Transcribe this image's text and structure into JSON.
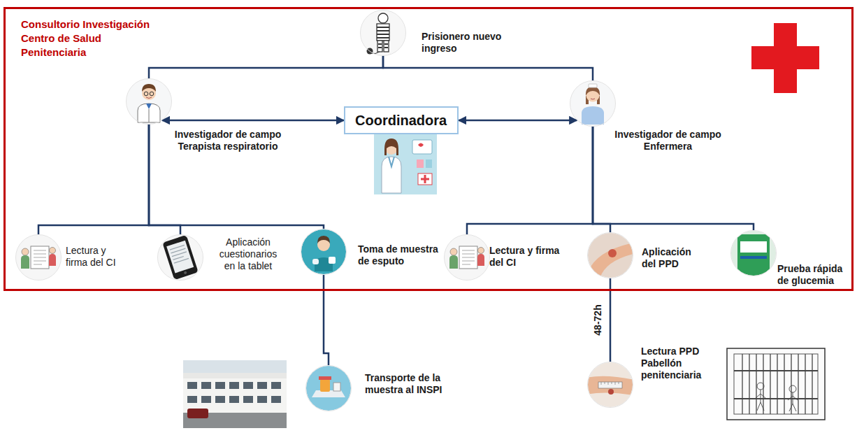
{
  "diagram": {
    "nodes": [
      {
        "text": [
          "Consultorio Investigación Centro de Salud Penitenciaria"
        ]
      },
      {
        "text": [
          "Prisionero nuevo ingreso"
        ],
        "in": 0
      },
      {
        "text": [
          "Investigador de campo Terapista respiratorio"
        ],
        "in": 0
      },
      {
        "text": [
          "Coordinadora"
        ],
        "in": 0
      },
      {
        "text": [
          "Investigador de campo Enfermera"
        ],
        "in": 0
      },
      {
        "text": [
          "Lectura y firma del CI"
        ],
        "in": 0
      },
      {
        "text": [
          "Aplicación cuestionarios en la tablet"
        ],
        "in": 0
      },
      {
        "text": [
          "Toma de muestra de esputo"
        ],
        "in": 0
      },
      {
        "text": [
          "Lectura y firma del CI"
        ],
        "in": 0
      },
      {
        "text": [
          "Aplicación del PPD"
        ],
        "in": 0
      },
      {
        "text": [
          "Prueba rápida de glucemia"
        ],
        "in": 0
      },
      {
        "text": [
          "Transporte de la muestra al INSPI"
        ]
      },
      {
        "text": [
          "Lectura PPD Pabellón penitenciaria"
        ]
      }
    ],
    "edges": [
      {
        "from": 1,
        "to": 2,
        "arrow": "none"
      },
      {
        "from": 1,
        "to": 4,
        "arrow": "none"
      },
      {
        "from": 2,
        "to": 3,
        "arrow": "both"
      },
      {
        "from": 4,
        "to": 3,
        "arrow": "both"
      },
      {
        "from": 2,
        "to": 5,
        "arrow": "none"
      },
      {
        "from": 2,
        "to": 6,
        "arrow": "none"
      },
      {
        "from": 2,
        "to": 7,
        "arrow": "none"
      },
      {
        "from": 4,
        "to": 8,
        "arrow": "none"
      },
      {
        "from": 4,
        "to": 9,
        "arrow": "none"
      },
      {
        "from": 4,
        "to": 10,
        "arrow": "none"
      },
      {
        "from": 7,
        "to": 11,
        "arrow": "none"
      },
      {
        "from": 9,
        "to": 12,
        "label": "48-72h",
        "arrow": "none"
      }
    ]
  }
}
